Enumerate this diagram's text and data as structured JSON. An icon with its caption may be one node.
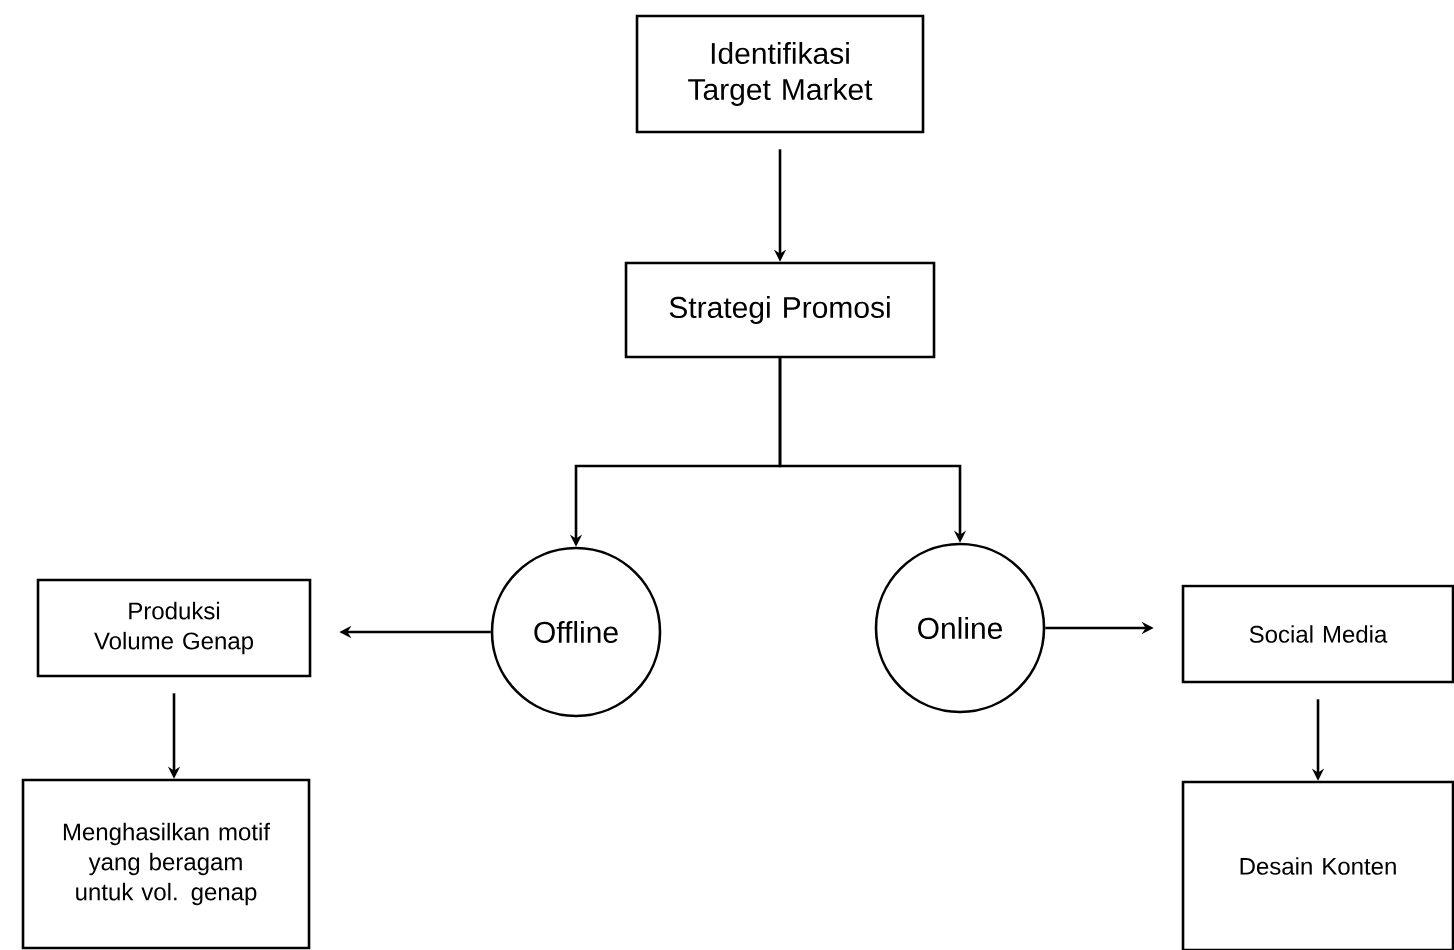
{
  "diagram": {
    "nodes": [
      {
        "text": [
          "Identifikasi Target Market"
        ]
      },
      {
        "text": [
          "Strategi Promosi"
        ]
      },
      {
        "text": [
          "Offline"
        ]
      },
      {
        "text": [
          "Online"
        ]
      },
      {
        "text": [
          "Produksi Volume Genap"
        ]
      },
      {
        "text": [
          "Menghasilkan motif yang beragam untuk vol. genap"
        ]
      },
      {
        "text": [
          "Social Media"
        ]
      },
      {
        "text": [
          "Desain Konten"
        ]
      }
    ],
    "edges": [
      {
        "from": 0,
        "to": 1,
        "arrow": "to"
      },
      {
        "from": 1,
        "to": 2,
        "arrow": "to"
      },
      {
        "from": 1,
        "to": 3,
        "arrow": "to"
      },
      {
        "from": 2,
        "to": 4,
        "arrow": "to"
      },
      {
        "from": 3,
        "to": 6,
        "arrow": "to"
      },
      {
        "from": 4,
        "to": 5,
        "arrow": "to"
      },
      {
        "from": 6,
        "to": 7,
        "arrow": "to"
      }
    ]
  }
}
